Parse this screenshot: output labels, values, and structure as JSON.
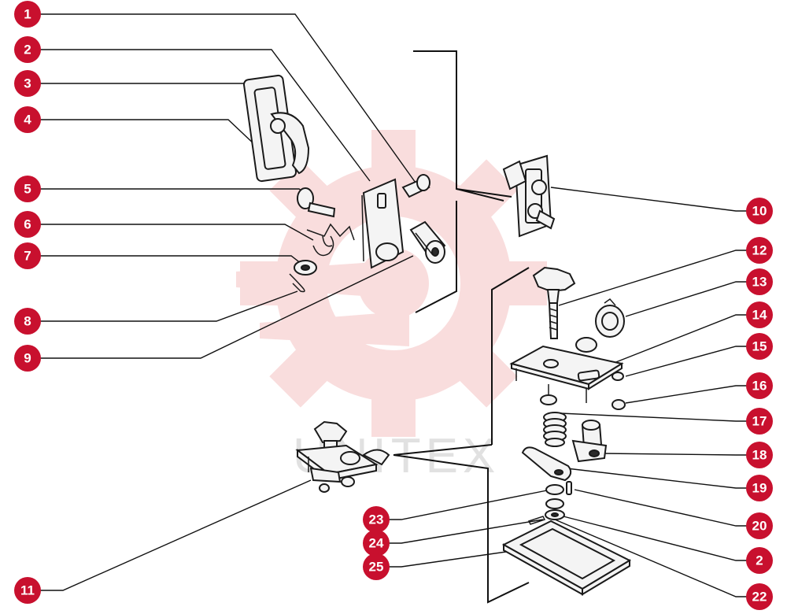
{
  "watermark": {
    "text": "UNITEX",
    "color": "#f2b5b5"
  },
  "callout_color": "#c8102e",
  "callouts": [
    {
      "id": "callout-1",
      "label": "1"
    },
    {
      "id": "callout-2",
      "label": "2"
    },
    {
      "id": "callout-3",
      "label": "3"
    },
    {
      "id": "callout-4",
      "label": "4"
    },
    {
      "id": "callout-5",
      "label": "5"
    },
    {
      "id": "callout-6",
      "label": "6"
    },
    {
      "id": "callout-7",
      "label": "7"
    },
    {
      "id": "callout-8",
      "label": "8"
    },
    {
      "id": "callout-9",
      "label": "9"
    },
    {
      "id": "callout-10",
      "label": "10"
    },
    {
      "id": "callout-11",
      "label": "11"
    },
    {
      "id": "callout-12",
      "label": "12"
    },
    {
      "id": "callout-13",
      "label": "13"
    },
    {
      "id": "callout-14",
      "label": "14"
    },
    {
      "id": "callout-15",
      "label": "15"
    },
    {
      "id": "callout-16",
      "label": "16"
    },
    {
      "id": "callout-17",
      "label": "17"
    },
    {
      "id": "callout-18",
      "label": "18"
    },
    {
      "id": "callout-19",
      "label": "19"
    },
    {
      "id": "callout-20",
      "label": "20"
    },
    {
      "id": "callout-21",
      "label": "2"
    },
    {
      "id": "callout-22",
      "label": "22"
    },
    {
      "id": "callout-23",
      "label": "23"
    },
    {
      "id": "callout-24",
      "label": "24"
    },
    {
      "id": "callout-25",
      "label": "25"
    }
  ]
}
